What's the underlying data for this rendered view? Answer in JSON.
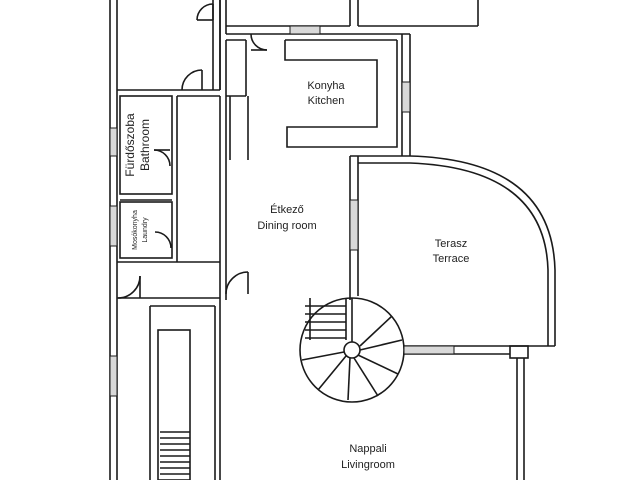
{
  "rooms": {
    "kitchen": {
      "hu": "Konyha",
      "en": "Kitchen"
    },
    "dining": {
      "hu": "Étkező",
      "en": "Dining room"
    },
    "terrace": {
      "hu": "Terasz",
      "en": "Terrace"
    },
    "living": {
      "hu": "Nappali",
      "en": "Livingroom"
    },
    "bathroom": {
      "hu": "Fürdőszoba",
      "en": "Bathroom"
    },
    "laundry": {
      "hu": "Mosókonyha",
      "en": "Laundry"
    }
  },
  "colors": {
    "wall_stroke": "#1a1a1a",
    "window_fill": "#d9d9d9",
    "text": "#222222"
  }
}
